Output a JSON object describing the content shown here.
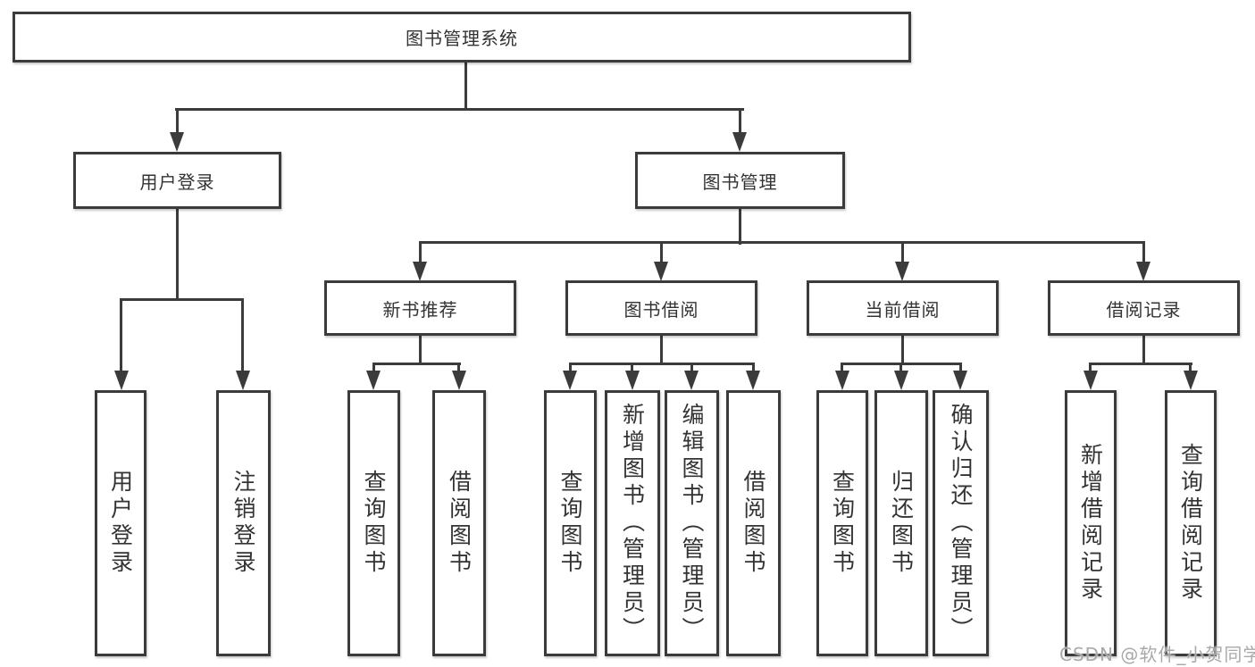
{
  "diagram": {
    "title": "图书管理系统",
    "tree": {
      "label": "图书管理系统",
      "children": [
        {
          "label": "用户登录",
          "children": [
            {
              "label": "用户登录"
            },
            {
              "label": "注销登录"
            }
          ]
        },
        {
          "label": "图书管理",
          "children": [
            {
              "label": "新书推荐",
              "children": [
                {
                  "label": "查询图书"
                },
                {
                  "label": "借阅图书"
                }
              ]
            },
            {
              "label": "图书借阅",
              "children": [
                {
                  "label": "查询图书"
                },
                {
                  "label": "新增图书（管理员）"
                },
                {
                  "label": "编辑图书（管理员）"
                },
                {
                  "label": "借阅图书"
                }
              ]
            },
            {
              "label": "当前借阅",
              "children": [
                {
                  "label": "查询图书"
                },
                {
                  "label": "归还图书"
                },
                {
                  "label": "确认归还（管理员）"
                }
              ]
            },
            {
              "label": "借阅记录",
              "children": [
                {
                  "label": "新增借阅记录"
                },
                {
                  "label": "查询借阅记录"
                }
              ]
            }
          ]
        }
      ]
    },
    "appearance": {
      "line_color": "#3b3b3b",
      "text_color": "#333333",
      "background_color": "#ffffff",
      "watermark_color": "#a9a9a9"
    }
  },
  "watermark": {
    "text": "CSDN @软件_小贺同学"
  }
}
